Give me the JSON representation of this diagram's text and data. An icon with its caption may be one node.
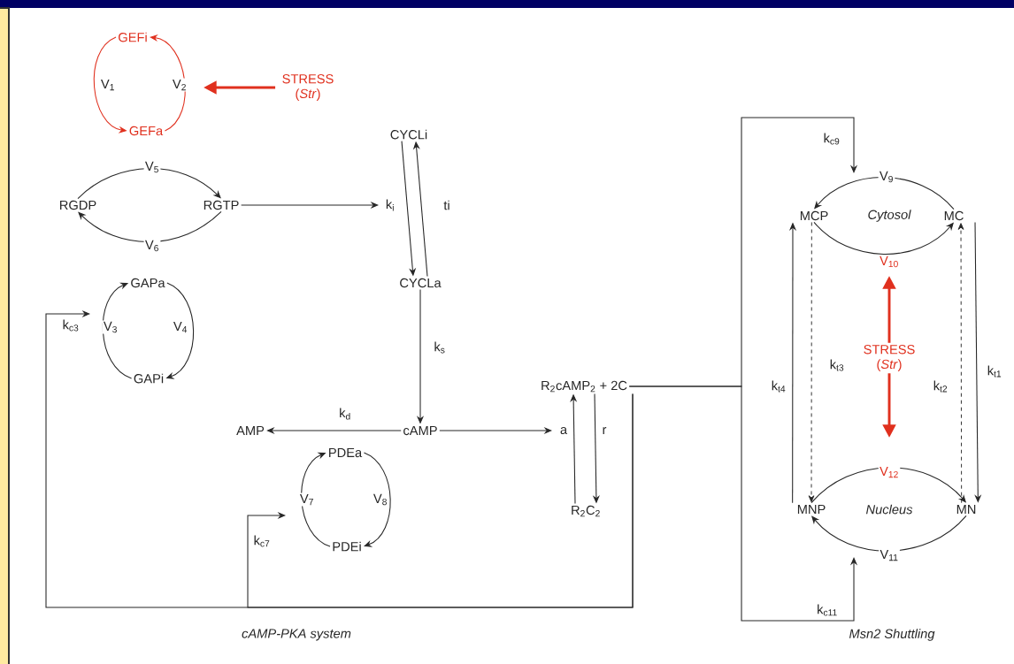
{
  "diagram": {
    "nodes": [
      {
        "text": [
          "GEFi"
        ]
      },
      {
        "text": [
          "GEFa"
        ]
      },
      {
        "text": [
          "STRESS (*Str*)"
        ]
      },
      {
        "text": [
          "RGDP"
        ]
      },
      {
        "text": [
          "RGTP"
        ]
      },
      {
        "text": [
          "CYCLi"
        ]
      },
      {
        "text": [
          "CYCLa"
        ]
      },
      {
        "text": [
          "GAPa"
        ]
      },
      {
        "text": [
          "GAPi"
        ]
      },
      {
        "text": [
          "cAMP"
        ]
      },
      {
        "text": [
          "AMP"
        ]
      },
      {
        "text": [
          "PDEa"
        ]
      },
      {
        "text": [
          "PDEi"
        ]
      },
      {
        "text": [
          "R$_{2}$cAMP$_{2}$ + 2C"
        ]
      },
      {
        "text": [
          "R$_{2}$C$_{2}$"
        ]
      },
      {
        "text": [
          "MCP"
        ]
      },
      {
        "text": [
          "MC"
        ]
      },
      {
        "text": [
          "MNP"
        ]
      },
      {
        "text": [
          "MN"
        ]
      },
      {
        "text": [
          "STRESS (*Str*)"
        ]
      }
    ],
    "edges": [
      {
        "from": 1,
        "to": 0,
        "arrow": "to",
        "label": "V$_{2}$",
        "color": "#e0301e"
      },
      {
        "from": 0,
        "to": 1,
        "arrow": "to",
        "label": "V$_{1}$",
        "color": "#e0301e"
      },
      {
        "from": 2,
        "to": null,
        "arrow": "to",
        "style": "thick",
        "color": "#e0301e"
      },
      {
        "from": 3,
        "to": 4,
        "arrow": "to",
        "label": "V$_{5}$"
      },
      {
        "from": 4,
        "to": 3,
        "arrow": "to",
        "label": "V$_{6}$"
      },
      {
        "from": 4,
        "to": null,
        "arrow": "to"
      },
      {
        "from": 5,
        "to": 6,
        "arrow": "to",
        "label": "k$_{i}$"
      },
      {
        "from": 6,
        "to": 5,
        "arrow": "to",
        "label": "ti"
      },
      {
        "from": 8,
        "to": 7,
        "arrow": "to",
        "label": "V$_{3}$"
      },
      {
        "from": 7,
        "to": 8,
        "arrow": "to",
        "label": "V$_{4}$"
      },
      {
        "from": 6,
        "to": 9,
        "arrow": "to",
        "label": "k$_{s}$"
      },
      {
        "from": 9,
        "to": 10,
        "arrow": "to",
        "label": "k$_{d}$"
      },
      {
        "from": 12,
        "to": 11,
        "arrow": "to",
        "label": "V$_{7}$"
      },
      {
        "from": 11,
        "to": 12,
        "arrow": "to",
        "label": "V$_{8}$"
      },
      {
        "from": 9,
        "to": null,
        "arrow": "to"
      },
      {
        "from": 14,
        "to": 13,
        "arrow": "to",
        "label": "a"
      },
      {
        "from": 13,
        "to": 14,
        "arrow": "to",
        "label": "r"
      },
      {
        "from": 13,
        "to": null,
        "arrow": "to",
        "label": "k$_{c3}$"
      },
      {
        "from": 13,
        "to": null,
        "arrow": "to",
        "label": "k$_{c7}$"
      },
      {
        "from": 13,
        "to": null,
        "arrow": "to",
        "label": "k$_{c9}$"
      },
      {
        "from": 13,
        "to": null,
        "arrow": "to",
        "label": "k$_{c11}$"
      },
      {
        "from": 16,
        "to": 15,
        "arrow": "to",
        "label": "V$_{9}$"
      },
      {
        "from": 15,
        "to": 16,
        "arrow": "to",
        "label": "V$_{10}$"
      },
      {
        "from": 17,
        "to": 18,
        "arrow": "to",
        "label": "V$_{12}$"
      },
      {
        "from": 18,
        "to": 17,
        "arrow": "to",
        "label": "V$_{11}$"
      },
      {
        "from": 16,
        "to": 18,
        "arrow": "to",
        "label": "k$_{t1}$"
      },
      {
        "from": 18,
        "to": 16,
        "arrow": "to",
        "label": "k$_{t2}$",
        "style": "dashed"
      },
      {
        "from": 15,
        "to": 17,
        "arrow": "to",
        "label": "k$_{t3}$",
        "style": "dashed"
      },
      {
        "from": 17,
        "to": 15,
        "arrow": "to",
        "label": "k$_{t4}$"
      },
      {
        "from": 19,
        "to": null,
        "arrow": "to",
        "style": "thick",
        "color": "#e0301e"
      },
      {
        "from": 19,
        "to": null,
        "arrow": "to",
        "style": "thick",
        "color": "#e0301e"
      }
    ],
    "labels": [
      "Cytosol",
      "Nucleus",
      "cAMP-PKA system",
      "Msn2 Shuttling"
    ]
  }
}
